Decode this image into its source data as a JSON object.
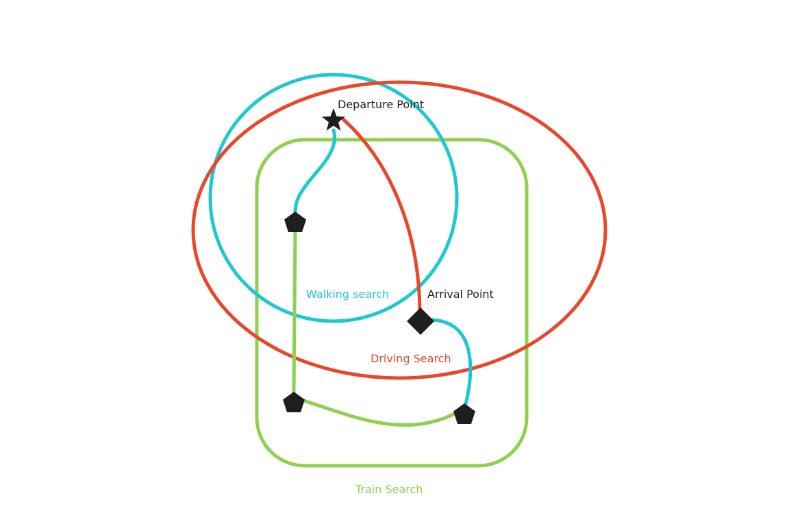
{
  "colors": {
    "walking": "#1ec8d2",
    "driving": "#e8472a",
    "train": "#8fd14f",
    "node": "#1e1e1e",
    "label": "#1e1e1e"
  },
  "regions": {
    "walking": "Walking search",
    "driving": "Driving Search",
    "train": "Train Search"
  },
  "points": {
    "departure": "Departure Point",
    "arrival": "Arrival Point"
  }
}
